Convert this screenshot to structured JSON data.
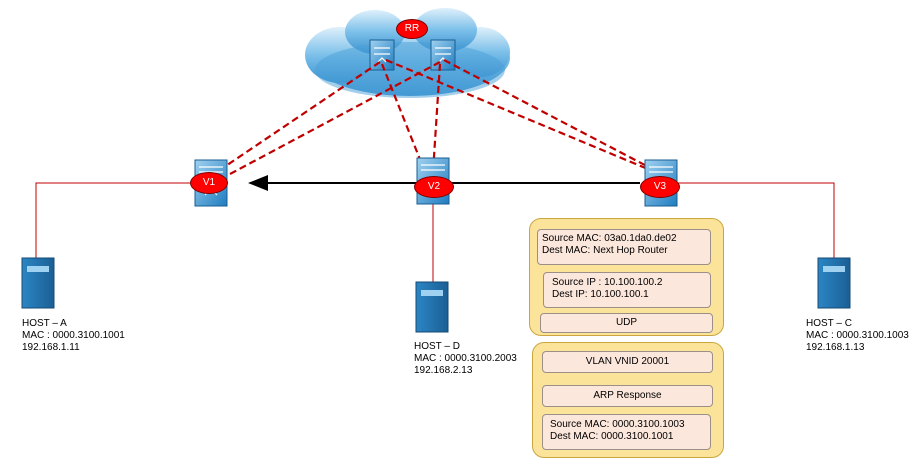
{
  "colors": {
    "link_red": "#c00000",
    "arrow": "#000000",
    "badge_red": "#ff0000",
    "device_blue": "#2e8fd0",
    "cloud_blue": "#5aaee6",
    "panel_fill": "#fbe39a",
    "box_fill": "#fce7dc"
  },
  "icons": {
    "cloud": "cloud-icon",
    "route_reflector": "router-icon",
    "vtep": "switch-icon",
    "host": "server-icon"
  },
  "cloud": {
    "badge": "RR"
  },
  "vteps": [
    {
      "badge": "V1"
    },
    {
      "badge": "V2"
    },
    {
      "badge": "V3"
    }
  ],
  "hosts": {
    "a": {
      "name": "HOST – A",
      "mac": "MAC : 0000.3100.1001",
      "ip": "192.168.1.11"
    },
    "d": {
      "name": "HOST – D",
      "mac": "MAC : 0000.3100.2003",
      "ip": "192.168.2.13"
    },
    "c": {
      "name": "HOST – C",
      "mac": "MAC : 0000.3100.1003",
      "ip": "192.168.1.13"
    }
  },
  "packet": {
    "outer": {
      "ethernet": {
        "src": "Source MAC: 03a0.1da0.de02",
        "dst": "Dest MAC: Next Hop Router"
      },
      "ip": {
        "src": "Source IP : 10.100.100.2",
        "dst": "Dest IP: 10.100.100.1"
      },
      "udp": "UDP"
    },
    "inner": {
      "vxlan": "VLAN VNID 20001",
      "arp": "ARP Response",
      "ethernet": {
        "src": "Source MAC: 0000.3100.1003",
        "dst": "Dest MAC: 0000.3100.1001"
      }
    }
  }
}
